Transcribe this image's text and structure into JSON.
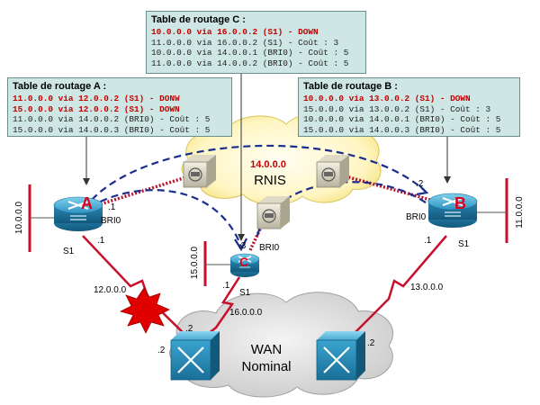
{
  "tables": {
    "a": {
      "title": "Table de routage A :",
      "lines": [
        {
          "text": "11.0.0.0 via 12.0.0.2 (S1) - DONW",
          "down": true
        },
        {
          "text": "15.0.0.0 via 12.0.0.2 (S1) - DOWN",
          "down": true
        },
        {
          "text": "11.0.0.0 via 14.0.0.2 (BRI0) - Coût : 5",
          "down": false
        },
        {
          "text": "15.0.0.0 via 14.0.0.3 (BRI0) - Coût : 5",
          "down": false
        }
      ]
    },
    "b": {
      "title": "Table de routage B :",
      "lines": [
        {
          "text": "10.0.0.0 via 13.0.0.2 (S1) - DOWN",
          "down": true
        },
        {
          "text": "15.0.0.0 via 13.0.0.2 (S1) - Coût : 3",
          "down": false
        },
        {
          "text": "10.0.0.0 via 14.0.0.1 (BRI0) - Coût : 5",
          "down": false
        },
        {
          "text": "15.0.0.0 via 14.0.0.3 (BRI0) - Coût : 5",
          "down": false
        }
      ]
    },
    "c": {
      "title": "Table de routage C :",
      "lines": [
        {
          "text": "10.0.0.0 via 16.0.0.2 (S1) - DOWN",
          "down": true
        },
        {
          "text": "11.0.0.0 via 16.0.0.2 (S1) - Coût : 3",
          "down": false
        },
        {
          "text": "10.0.0.0 via 14.0.0.1 (BRI0) - Coût : 5",
          "down": false
        },
        {
          "text": "11.0.0.0 via 14.0.0.2 (BRI0) - Coût : 5",
          "down": false
        }
      ]
    }
  },
  "rnis": {
    "label": "RNIS",
    "network": "14.0.0.0"
  },
  "wan": {
    "line1": "WAN",
    "line2": "Nominal"
  },
  "routers": {
    "a": {
      "letter": "A",
      "bri_label": "BRI0",
      "bri_addr": ".1",
      "serial_label": "S1",
      "serial_addr": ".1"
    },
    "b": {
      "letter": "B",
      "bri_label": "BRI0",
      "bri_addr": ".2",
      "serial_label": "S1",
      "serial_addr": ".1"
    },
    "c": {
      "letter": "C",
      "bri_label": "BRI0",
      "bri_addr": ".3",
      "serial_label": "S1",
      "serial_addr": ".1"
    }
  },
  "lans": {
    "a": "10.0.0.0",
    "b": "11.0.0.0",
    "c": "15.0.0.0"
  },
  "links": {
    "a_wan": {
      "net": "12.0.0.0",
      "addr": ".2"
    },
    "b_wan": {
      "net": "13.0.0.0",
      "addr": ".2"
    },
    "c_wan": {
      "net": "16.0.0.0",
      "addr": ".2"
    }
  },
  "colors": {
    "serial": "#c8102e",
    "dashed": "#1a2e8c",
    "router": "#3fa7cf",
    "router_dark": "#1b6d94",
    "red_text": "#c40000",
    "table_bg": "#cfe7e4",
    "cloud": "#dcdcdc",
    "rnis_cloud": "#fff8c8"
  }
}
